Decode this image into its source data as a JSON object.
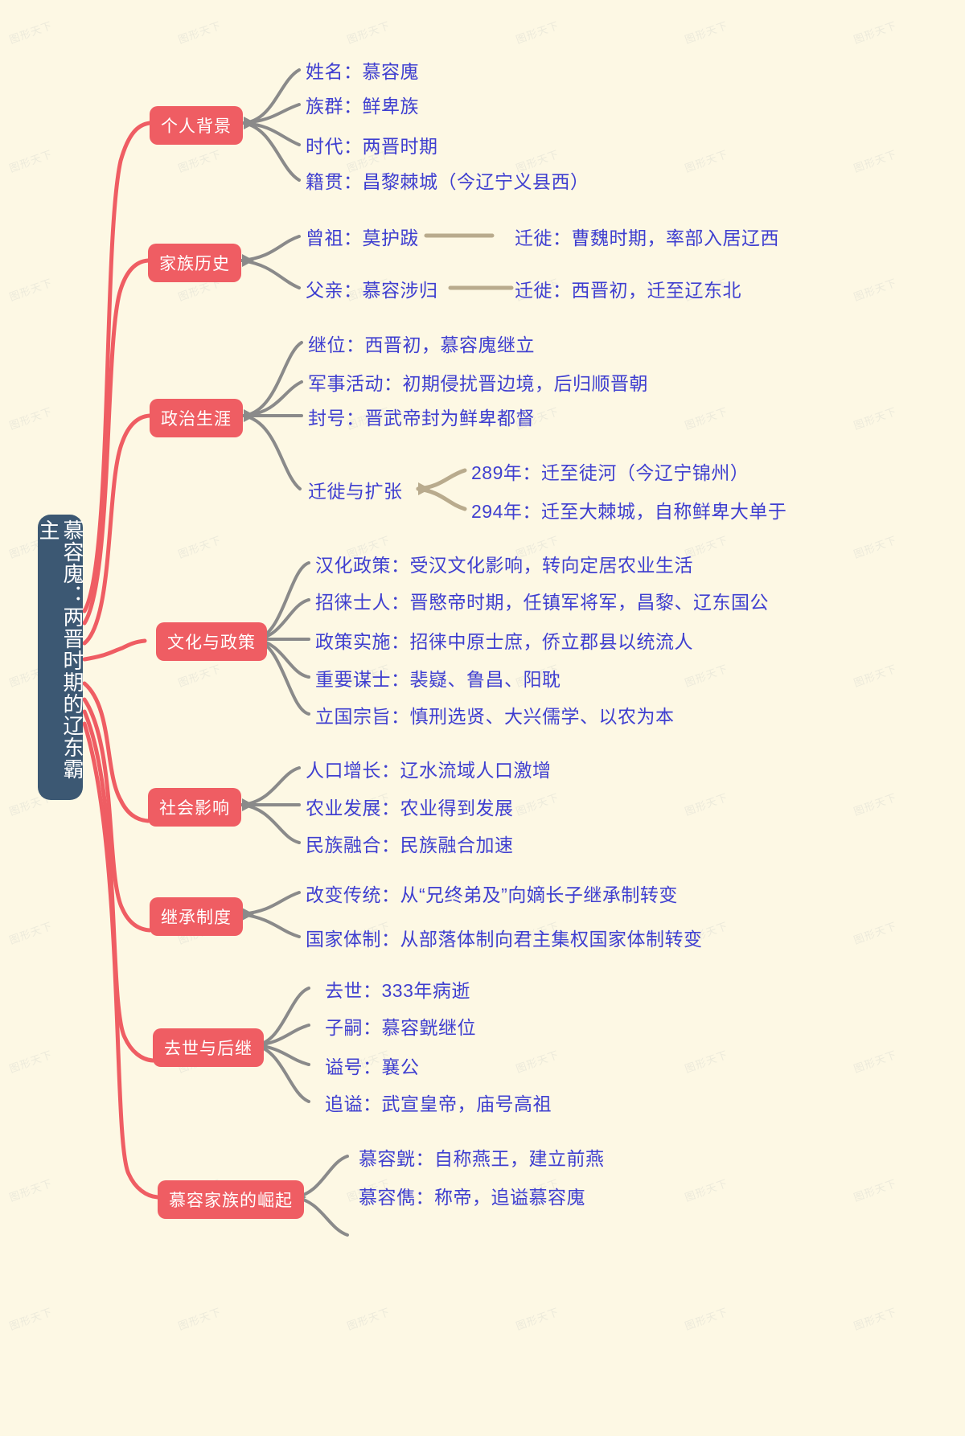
{
  "root": {
    "label": "慕容廆：两晋时期的辽东霸主",
    "color": "#3c5873"
  },
  "theme": {
    "background": "#fdf8e4",
    "branch_color": "#ef5d63",
    "leaf_text_color": "#3f3fd0",
    "connector_gray": "#8a8a8a",
    "connector_tan": "#b9ab8d"
  },
  "watermark": "图形天下",
  "branches": [
    {
      "label": "个人背景",
      "items": [
        {
          "text": "姓名：慕容廆"
        },
        {
          "text": "族群：鲜卑族"
        },
        {
          "text": "时代：两晋时期"
        },
        {
          "text": "籍贯：昌黎棘城（今辽宁义县西）"
        }
      ]
    },
    {
      "label": "家族历史",
      "items": [
        {
          "text": "曾祖：莫护跋",
          "child": "迁徙：曹魏时期，率部入居辽西"
        },
        {
          "text": "父亲：慕容涉归",
          "child": "迁徙：西晋初，迁至辽东北"
        }
      ]
    },
    {
      "label": "政治生涯",
      "items": [
        {
          "text": "继位：西晋初，慕容廆继立"
        },
        {
          "text": "军事活动：初期侵扰晋边境，后归顺晋朝"
        },
        {
          "text": "封号：晋武帝封为鲜卑都督"
        },
        {
          "text": "迁徙与扩张",
          "children": [
            "289年：迁至徒河（今辽宁锦州）",
            "294年：迁至大棘城，自称鲜卑大单于"
          ]
        }
      ]
    },
    {
      "label": "文化与政策",
      "items": [
        {
          "text": "汉化政策：受汉文化影响，转向定居农业生活"
        },
        {
          "text": "招徕士人：晋愍帝时期，任镇军将军，昌黎、辽东国公"
        },
        {
          "text": "政策实施：招徕中原士庶，侨立郡县以统流人"
        },
        {
          "text": "重要谋士：裴嶷、鲁昌、阳耽"
        },
        {
          "text": "立国宗旨：慎刑选贤、大兴儒学、以农为本"
        }
      ]
    },
    {
      "label": "社会影响",
      "items": [
        {
          "text": "人口增长：辽水流域人口激增"
        },
        {
          "text": "农业发展：农业得到发展"
        },
        {
          "text": "民族融合：民族融合加速"
        }
      ]
    },
    {
      "label": "继承制度",
      "items": [
        {
          "text": "改变传统：从“兄终弟及”向嫡长子继承制转变"
        },
        {
          "text": "国家体制：从部落体制向君主集权国家体制转变"
        }
      ]
    },
    {
      "label": "去世与后继",
      "items": [
        {
          "text": "去世：333年病逝"
        },
        {
          "text": "子嗣：慕容皝继位"
        },
        {
          "text": "谥号：襄公"
        },
        {
          "text": "追谥：武宣皇帝，庙号高祖"
        }
      ]
    },
    {
      "label": "慕容家族的崛起",
      "items": [
        {
          "text": "慕容皝：自称燕王，建立前燕"
        },
        {
          "text": "慕容儁：称帝，追谥慕容廆"
        }
      ]
    }
  ]
}
